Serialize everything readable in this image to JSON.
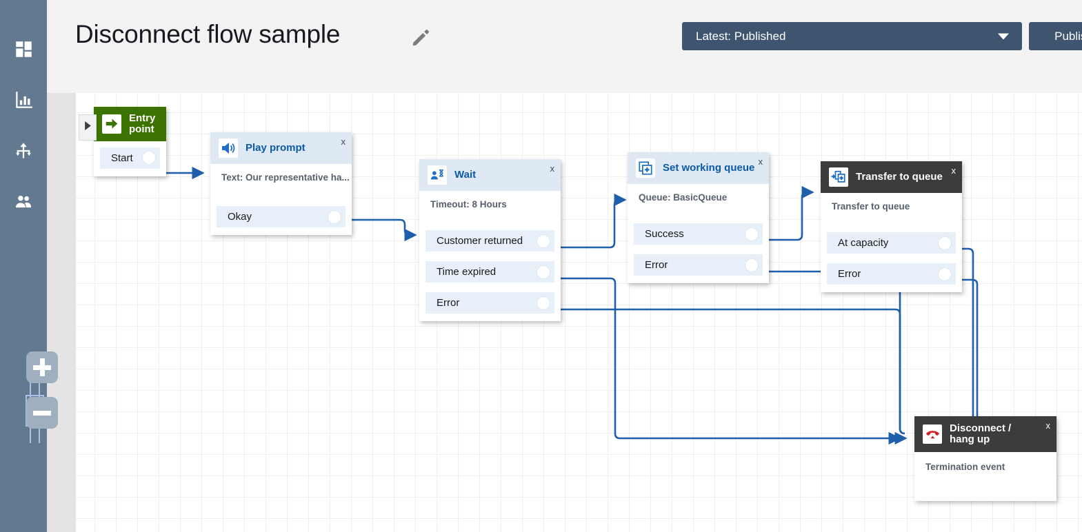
{
  "app": {
    "rail": [
      {
        "name": "dashboard-icon",
        "label": "Dashboard"
      },
      {
        "name": "metrics-icon",
        "label": "Metrics"
      },
      {
        "name": "routing-icon",
        "label": "Routing"
      },
      {
        "name": "users-icon",
        "label": "Users"
      }
    ]
  },
  "header": {
    "title": "Disconnect flow sample",
    "edit_icon": "pencil-icon",
    "version_value": "Latest: Published",
    "publish_label": "Publish"
  },
  "canvas": {
    "panel_toggle_icon": "chevron-right-icon",
    "zoom_in_label": "+",
    "zoom_out_label": "−"
  },
  "nodes": [
    {
      "id": "entry-point",
      "title": "Entry point",
      "icon": "entry-arrow-icon",
      "header_style": "green",
      "subtitle": "",
      "ports": [
        "Start"
      ]
    },
    {
      "id": "play-prompt",
      "title": "Play prompt",
      "icon": "speaker-icon",
      "header_style": "light",
      "subtitle": "Text: Our representative ha...",
      "ports": [
        "Okay"
      ]
    },
    {
      "id": "wait",
      "title": "Wait",
      "icon": "person-hourglass-icon",
      "header_style": "light",
      "subtitle": "Timeout: 8 Hours",
      "ports": [
        "Customer returned",
        "Time expired",
        "Error"
      ]
    },
    {
      "id": "set-working-queue",
      "title": "Set working queue",
      "icon": "queue-plus-icon",
      "header_style": "light",
      "subtitle": "Queue: BasicQueue",
      "ports": [
        "Success",
        "Error"
      ]
    },
    {
      "id": "transfer-to-queue",
      "title": "Transfer to queue",
      "icon": "transfer-queue-icon",
      "header_style": "dark",
      "subtitle": "Transfer to queue",
      "ports": [
        "At capacity",
        "Error"
      ]
    },
    {
      "id": "disconnect-hang-up",
      "title": "Disconnect / hang up",
      "icon": "phone-down-icon",
      "header_style": "dark",
      "subtitle": "Termination event",
      "ports": []
    }
  ],
  "close_label": "x",
  "colors": {
    "rail": "#63798f",
    "header_bg": "#f3f3f3",
    "accent_button": "#3f556f",
    "node_title_blue": "#0a5aa8",
    "node_head_light": "#dfe9f3",
    "node_head_dark": "#3c3c3c",
    "entry_green": "#3c7300",
    "wire": "#1f5eab",
    "port_bg": "#e7eff8"
  },
  "connections": [
    {
      "from": "entry-point.Start",
      "to": "play-prompt"
    },
    {
      "from": "play-prompt.Okay",
      "to": "wait"
    },
    {
      "from": "wait.Customer returned",
      "to": "set-working-queue"
    },
    {
      "from": "wait.Time expired",
      "to": "disconnect-hang-up"
    },
    {
      "from": "wait.Error",
      "to": "disconnect-hang-up"
    },
    {
      "from": "set-working-queue.Success",
      "to": "transfer-to-queue"
    },
    {
      "from": "set-working-queue.Error",
      "to": "disconnect-hang-up"
    },
    {
      "from": "transfer-to-queue.At capacity",
      "to": "disconnect-hang-up"
    },
    {
      "from": "transfer-to-queue.Error",
      "to": "disconnect-hang-up"
    }
  ]
}
